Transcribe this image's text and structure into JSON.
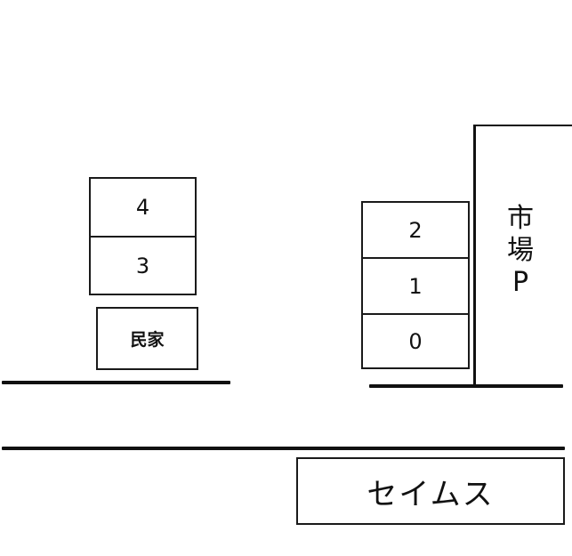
{
  "map": {
    "left_building": {
      "floors": [
        {
          "label": "4"
        },
        {
          "label": "3"
        }
      ]
    },
    "house": {
      "label": "民家"
    },
    "right_building": {
      "floors": [
        {
          "label": "2"
        },
        {
          "label": "1"
        },
        {
          "label": "0"
        }
      ]
    },
    "market_parking": {
      "lines": [
        "市",
        "場",
        "P"
      ]
    },
    "store": {
      "label": "セイムス"
    }
  }
}
